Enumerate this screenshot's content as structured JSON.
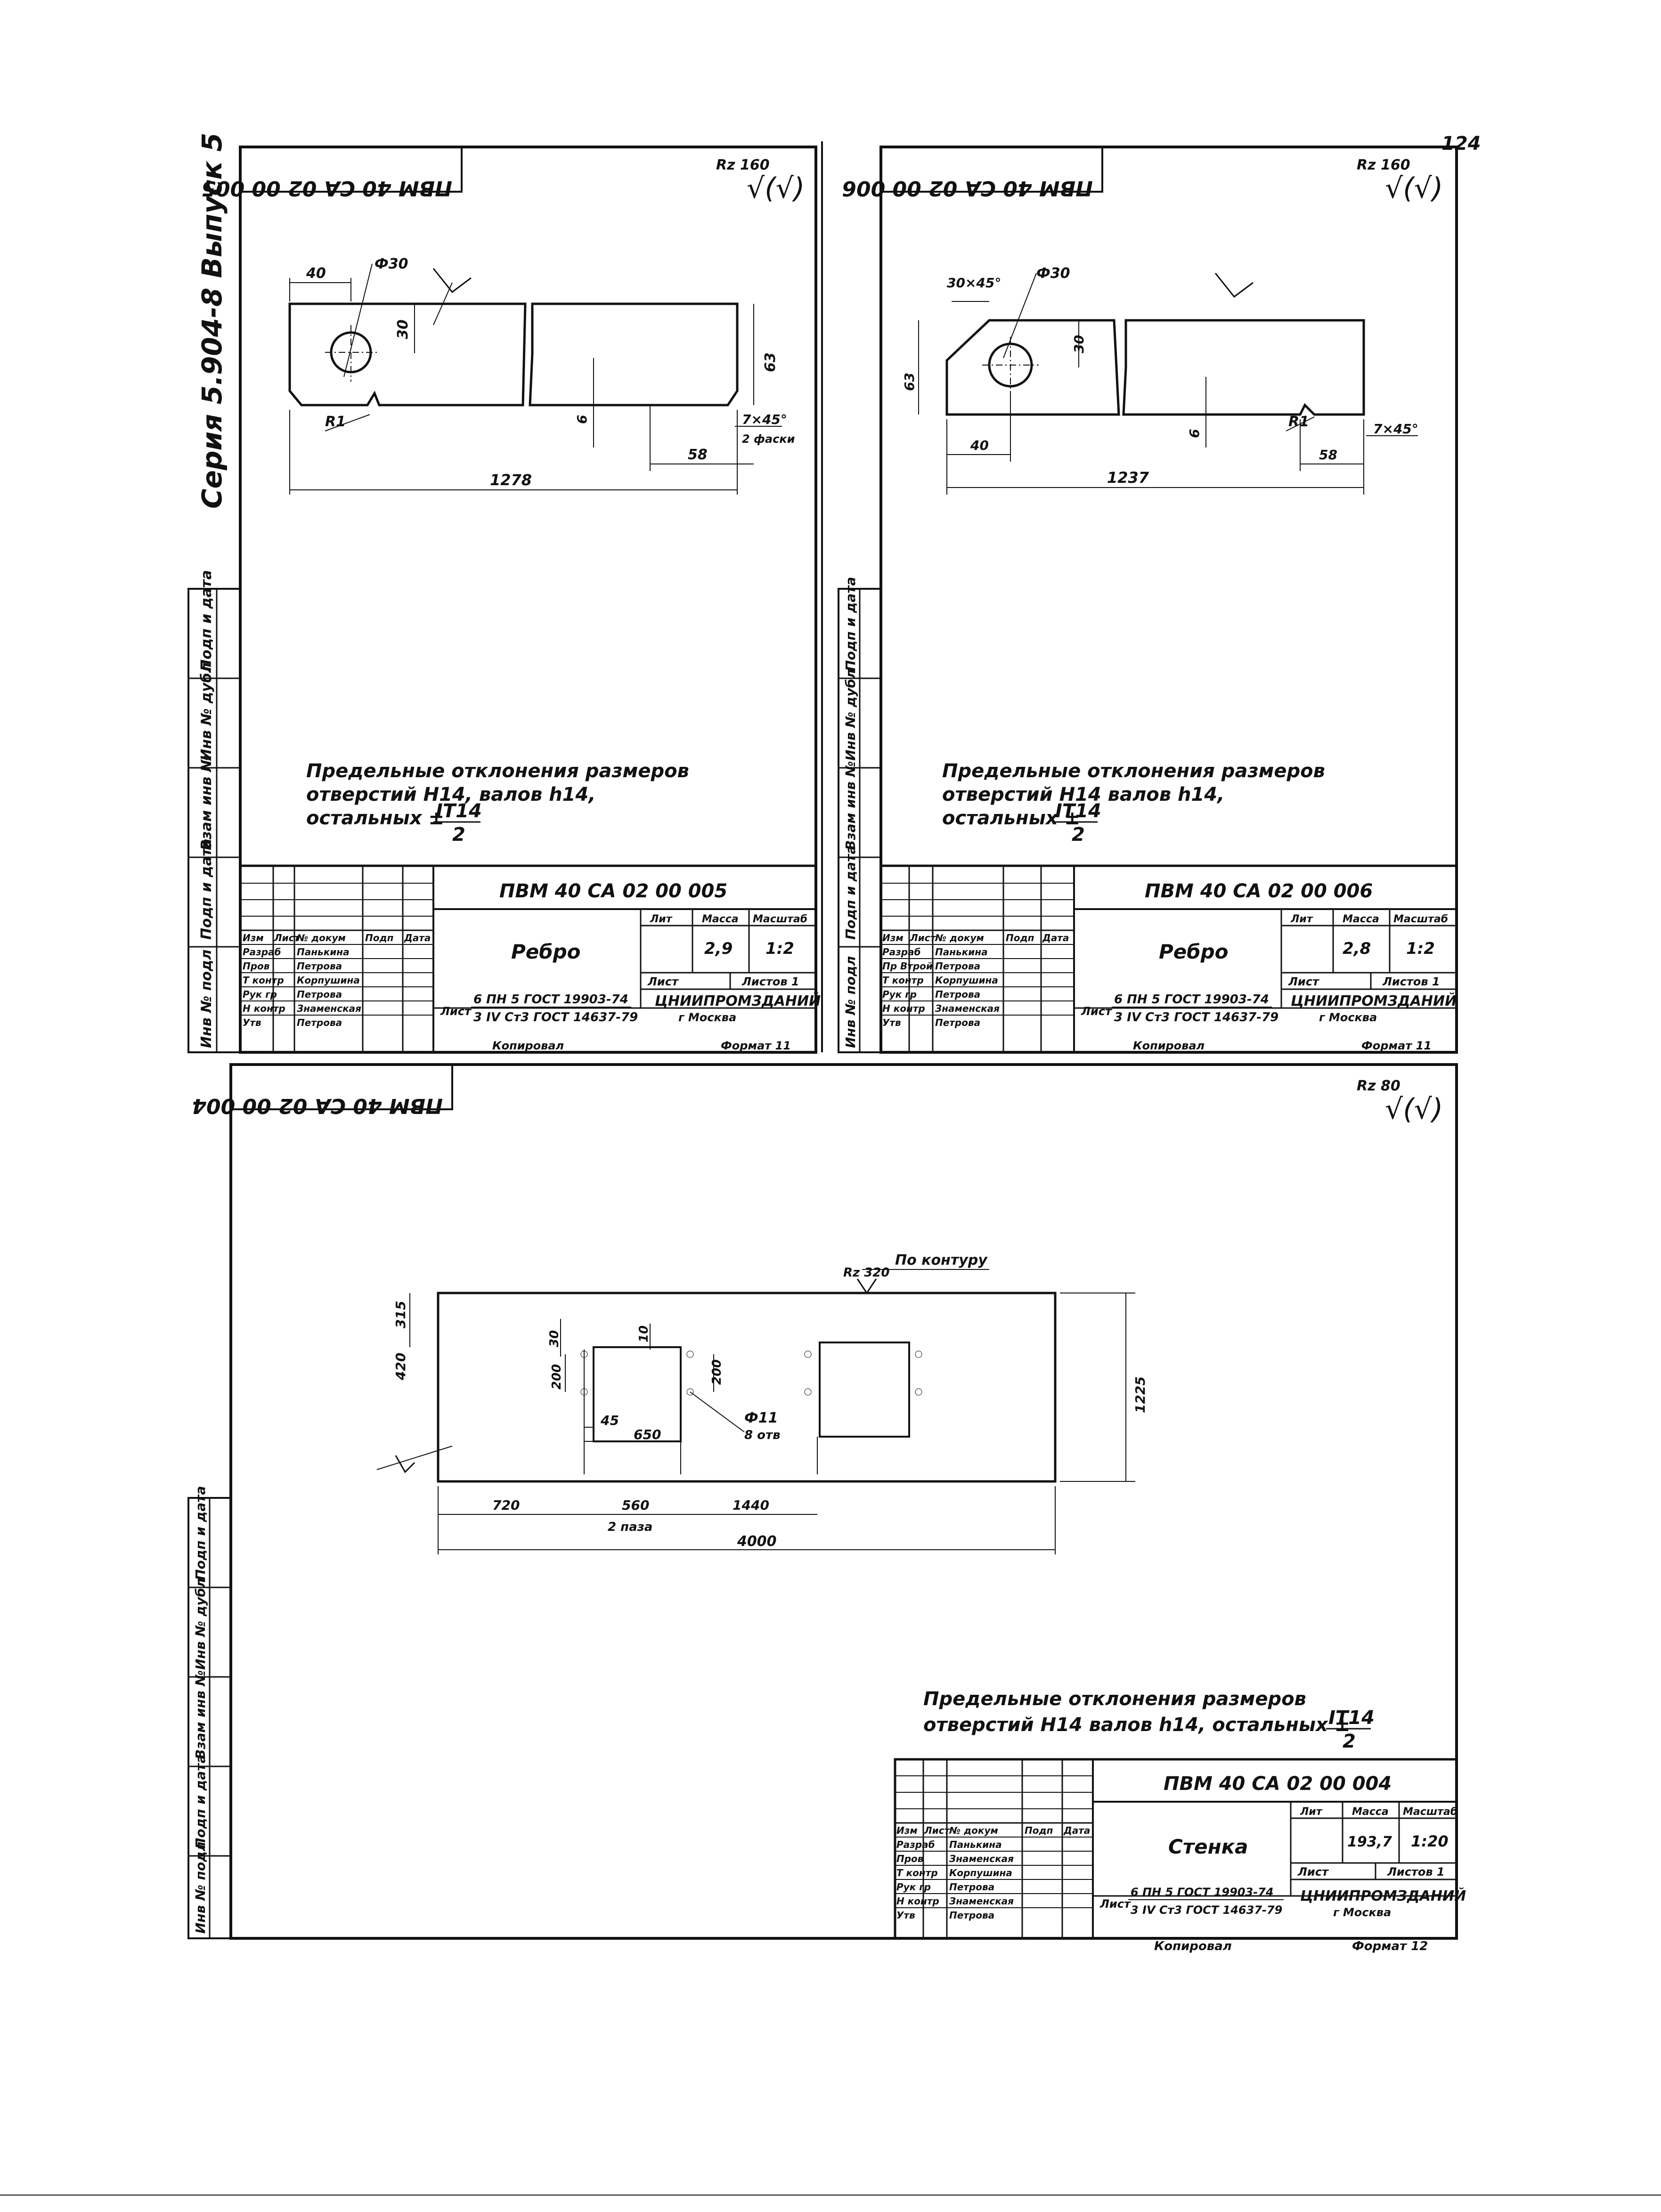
{
  "page": {
    "series_label": "Серия 5.904-8 Выпуск 5",
    "corner_mark": "124"
  },
  "sheet1": {
    "mirrored_code": "ПВМ 40 СА 02 00 005",
    "roughness": "Rz 160",
    "dims": {
      "d40": "40",
      "dhole": "Ф30",
      "d30": "30",
      "d63": "63",
      "d6": "6",
      "chamfer": "7×45°",
      "chamfer_note": "2 фаски",
      "d58": "58",
      "r1": "R1",
      "length": "1278"
    },
    "tolerance": [
      "Предельные отклонения размеров",
      "отверстий H14, валов h14,",
      "остальных ±",
      "IT14",
      "2"
    ],
    "stamp": {
      "code": "ПВМ 40 СА 02 00 005",
      "name": "Ребро",
      "headers": [
        "Изм",
        "Лист",
        "№ докум",
        "Подп",
        "Дата"
      ],
      "roles": [
        "Разраб",
        "Пров",
        "Т контр",
        "Рук гр",
        "Н контр",
        "Утв"
      ],
      "people": [
        "Панькина",
        "Петрова",
        "Корпушина",
        "Петрова",
        "Знаменская",
        "Петрова"
      ],
      "lit_header": "Лит",
      "mass_header": "Масса",
      "scale_header": "Масштаб",
      "mass": "2,9",
      "scale": "1:2",
      "sheet_label": "Лист",
      "sheets_label": "Листов 1",
      "material_label": "Лист",
      "material_top": "6 ПН 5 ГОСТ 19903-74",
      "material_bottom": "3 IV Ст3 ГОСТ 14637-79",
      "org": "ЦНИИПРОМЗДАНИЙ",
      "city": "г Москва",
      "copied": "Копировал",
      "format": "Формат 11"
    },
    "side_labels": [
      "Подп и дата",
      "Инв № дубл",
      "Взам инв №",
      "Подп и дата",
      "Инв № подл"
    ]
  },
  "sheet2": {
    "mirrored_code": "ПВМ 40 СА 02 00 006",
    "roughness": "Rz 160",
    "dims": {
      "chamfer_top": "30×45°",
      "dhole": "Ф30",
      "d63": "63",
      "d30": "30",
      "d40": "40",
      "d6": "6",
      "r1": "R1",
      "chamfer": "7×45°",
      "d58": "58",
      "length": "1237"
    },
    "tolerance": [
      "Предельные отклонения размеров",
      "отверстий H14 валов h14,",
      "остальных ±",
      "IT14",
      "2"
    ],
    "stamp": {
      "code": "ПВМ 40 СА 02 00 006",
      "name": "Ребро",
      "headers": [
        "Изм",
        "Лист",
        "№ докум",
        "Подп",
        "Дата"
      ],
      "roles": [
        "Разраб",
        "Пр Втрой",
        "Т контр",
        "Рук гр",
        "Н контр",
        "Утв"
      ],
      "people": [
        "Панькина",
        "Петрова",
        "Корпушина",
        "Петрова",
        "Знаменская",
        "Петрова"
      ],
      "lit_header": "Лит",
      "mass_header": "Масса",
      "scale_header": "Масштаб",
      "mass": "2,8",
      "scale": "1:2",
      "sheet_label": "Лист",
      "sheets_label": "Листов 1",
      "material_label": "Лист",
      "material_top": "6 ПН 5 ГОСТ 19903-74",
      "material_bottom": "3 IV Ст3 ГОСТ 14637-79",
      "org": "ЦНИИПРОМЗДАНИЙ",
      "city": "г Москва",
      "copied": "Копировал",
      "format": "Формат 11"
    },
    "side_labels": [
      "Подп и дата",
      "Инв № дубл",
      "Взам инв №",
      "Подп и дата",
      "Инв № подл"
    ]
  },
  "sheet3": {
    "mirrored_code": "ПВМ 40 СА 02 00 004",
    "roughness": "Rz 80",
    "contour_note": "По контуру",
    "contour_rz": "Rz 320",
    "dims": {
      "d315": "315",
      "d420": "420",
      "d30": "30",
      "d200": "200",
      "d10": "10",
      "d200b": "200",
      "d45": "45",
      "d650": "650",
      "hole": "Ф11",
      "holes_count": "8 отв",
      "d720": "720",
      "d560": "560",
      "d1440": "1440",
      "grooves": "2 паза",
      "length": "4000",
      "height": "1225"
    },
    "tolerance": [
      "Предельные отклонения размеров",
      "отверстий H14 валов h14, остальных ±",
      "IT14",
      "2"
    ],
    "stamp": {
      "code": "ПВМ 40 СА 02 00 004",
      "name": "Стенка",
      "headers": [
        "Изм",
        "Лист",
        "№ докум",
        "Подп",
        "Дата"
      ],
      "roles": [
        "Разраб",
        "Пров",
        "Т контр",
        "Рук гр",
        "Н контр",
        "Утв"
      ],
      "people": [
        "Панькина",
        "Знаменская",
        "Корпушина",
        "Петрова",
        "Знаменская",
        "Петрова"
      ],
      "lit_header": "Лит",
      "mass_header": "Масса",
      "scale_header": "Масштаб",
      "mass": "193,7",
      "scale": "1:20",
      "sheet_label": "Лист",
      "sheets_label": "Листов 1",
      "material_label": "Лист",
      "material_top": "6 ПН 5 ГОСТ 19903-74",
      "material_bottom": "3 IV Ст3 ГОСТ 14637-79",
      "org": "ЦНИИПРОМЗДАНИЙ",
      "city": "г Москва",
      "copied": "Копировал",
      "format": "Формат 12"
    },
    "side_labels": [
      "Подп и дата",
      "Инв № дубл",
      "Взам инв №",
      "Подп и дата",
      "Инв № подл"
    ]
  }
}
